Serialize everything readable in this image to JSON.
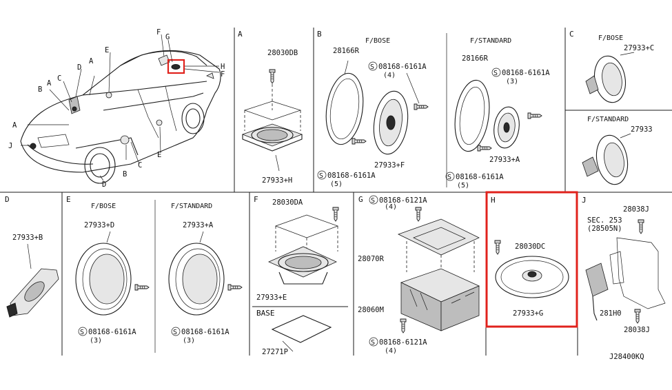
{
  "diagram_code": "J28400KQ",
  "highlight_color": "#e0221c",
  "overview": {
    "labels": [
      "F",
      "G",
      "E",
      "D",
      "A",
      "C",
      "A",
      "B",
      "H",
      "F",
      "A",
      "J",
      "B",
      "C",
      "E",
      "D",
      "E"
    ]
  },
  "cells": {
    "A": {
      "label": "A",
      "parts": [
        "28030DB",
        "27933+H"
      ]
    },
    "B": {
      "label": "B",
      "fbose": "F/BOSE",
      "fstandard": "F/STANDARD",
      "parts": [
        "28166R",
        "08168-6161A",
        "(4)",
        "27933+F",
        "08168-6161A",
        "(5)",
        "28166R",
        "08168-6161A",
        "(3)",
        "27933+A",
        "08168-6161A",
        "(5)"
      ]
    },
    "C": {
      "label": "C",
      "fbose": "F/BOSE",
      "fstandard": "F/STANDARD",
      "parts": [
        "27933+C",
        "27933"
      ]
    },
    "D": {
      "label": "D",
      "parts": [
        "27933+B"
      ]
    },
    "E": {
      "label": "E",
      "fbose": "F/BOSE",
      "fstandard": "F/STANDARD",
      "parts": [
        "27933+D",
        "08168-6161A",
        "(3)",
        "27933+A",
        "08168-6161A",
        "(3)"
      ]
    },
    "F": {
      "label": "F",
      "parts": [
        "28030DA",
        "27933+E"
      ]
    },
    "BASE": {
      "label": "BASE",
      "parts": [
        "27271P"
      ]
    },
    "G": {
      "label": "G",
      "parts": [
        "08168-6121A",
        "(4)",
        "28070R",
        "28060M",
        "08168-6121A",
        "(4)"
      ]
    },
    "H": {
      "label": "H",
      "parts": [
        "28030DC",
        "27933+G"
      ]
    },
    "J": {
      "label": "J",
      "parts": [
        "28038J",
        "SEC. 253",
        "(28505N)",
        "281H0",
        "28038J"
      ]
    }
  }
}
